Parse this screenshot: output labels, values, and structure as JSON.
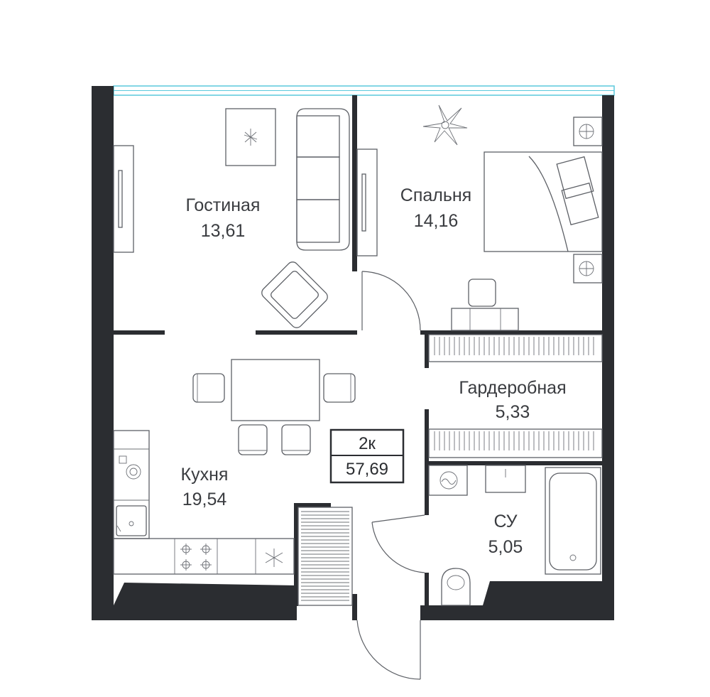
{
  "rooms": {
    "living": {
      "name": "Гостиная",
      "area": "13,61"
    },
    "bedroom": {
      "name": "Спальня",
      "area": "14,16"
    },
    "wardrobe": {
      "name": "Гардеробная",
      "area": "5,33"
    },
    "kitchen": {
      "name": "Кухня",
      "area": "19,54"
    },
    "bathroom": {
      "name": "СУ",
      "area": "5,05"
    }
  },
  "apartment": {
    "type": "2к",
    "total_area": "57,69"
  },
  "colors": {
    "wall": "#2b2d31",
    "window": "#5bc8dc",
    "line": "#5d6066"
  }
}
